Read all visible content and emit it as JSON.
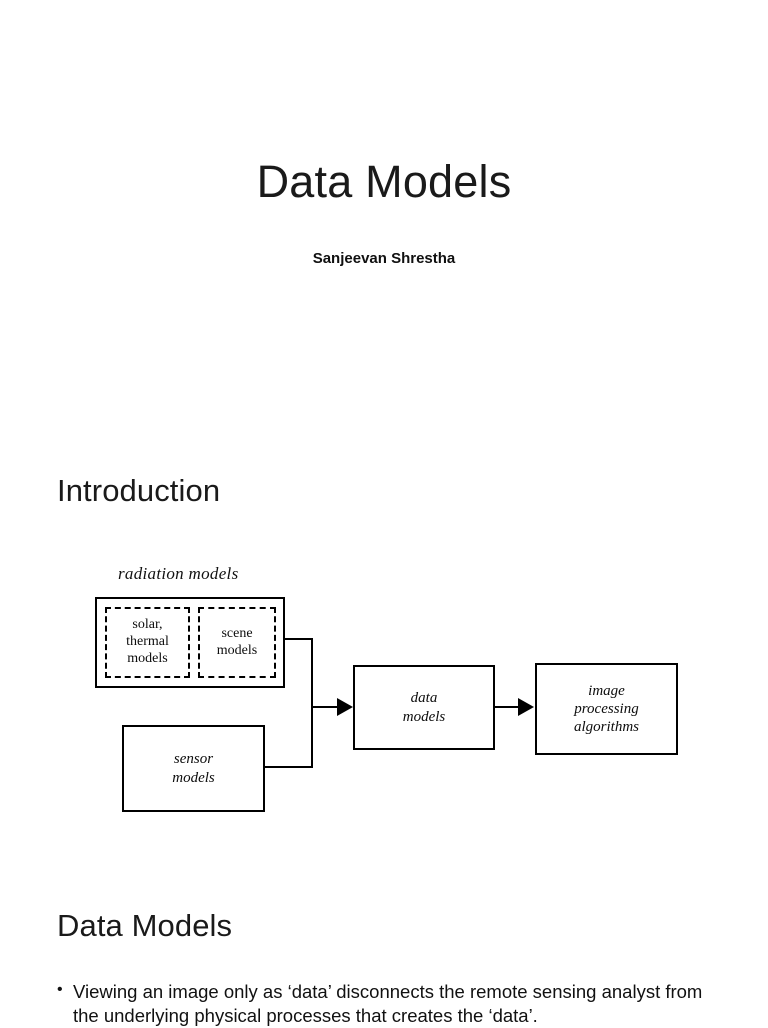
{
  "document": {
    "background_color": "#ffffff",
    "text_color": "#111111"
  },
  "slides": [
    {
      "title": "Data Models",
      "subtitle": "Sanjeevan Shrestha"
    },
    {
      "heading": "Introduction"
    },
    {
      "heading": "Data Models",
      "bullets": [
        "Viewing an image only as ‘data’ disconnects the remote sensing analyst from the underlying physical processes that creates the ‘data’."
      ]
    }
  ],
  "figure": {
    "caption_label": "radiation models",
    "boxes": {
      "solar_thermal": "solar,\nthermal\nmodels",
      "solar_thermal_line1": "solar,",
      "solar_thermal_line2": "thermal",
      "solar_thermal_line3": "models",
      "scene_line1": "scene",
      "scene_line2": "models",
      "sensor_line1": "sensor",
      "sensor_line2": "models",
      "data_line1": "data",
      "data_line2": "models",
      "ipa_line1": "image",
      "ipa_line2": "processing",
      "ipa_line3": "algorithms"
    },
    "stroke_color": "#000000"
  }
}
